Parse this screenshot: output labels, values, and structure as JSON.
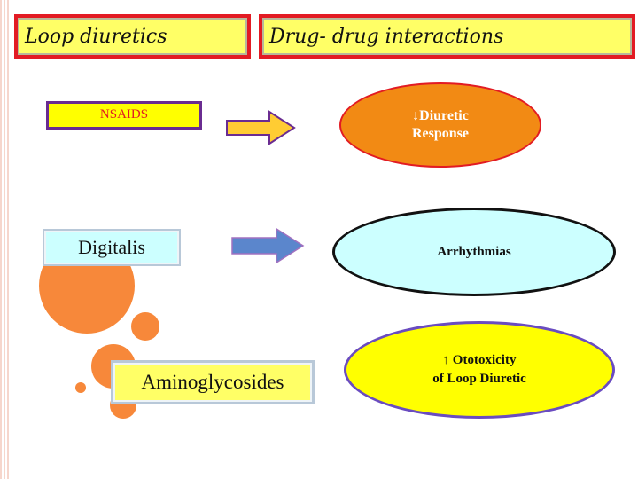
{
  "header": {
    "left_title": "Loop diuretics",
    "right_title": "Drug- drug interactions"
  },
  "interactions": [
    {
      "drug": "NSAIDS",
      "effect_line1": "↓Diuretic",
      "effect_line2": "Response"
    },
    {
      "drug": "Digitalis",
      "effect_line1": "Arrhythmias",
      "effect_line2": ""
    },
    {
      "drug": "Aminoglycosides",
      "effect_line1": "↑ Ototoxicity",
      "effect_line2": "of Loop Diuretic"
    }
  ],
  "colors": {
    "title_fill": "#ffff66",
    "title_border": "#e21b23",
    "nsaids_fill": "#ffff00",
    "nsaids_border": "#6a2c91",
    "orange_ellipse": "#f28a14",
    "cyan_ellipse": "#ccffff",
    "yellow_ellipse": "#ffff00",
    "arrow_yellow": "#ffcc33",
    "arrow_blue": "#5b86cc",
    "decor_orange": "#f7883a"
  }
}
